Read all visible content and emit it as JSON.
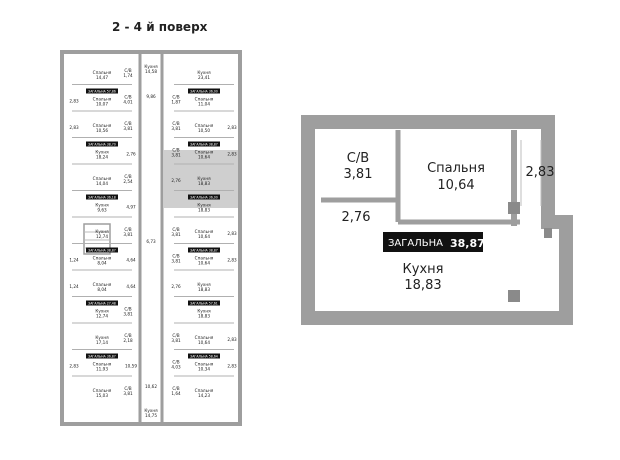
{
  "floor_title": "2 - 4 й поверх",
  "colors": {
    "wall": "#9e9e9e",
    "wall_dark": "#8a8a8a",
    "highlight": "#cfcfcf",
    "tag_bg": "#111111"
  },
  "unit": {
    "rooms": [
      {
        "id": "bath",
        "name": "С/В",
        "area": "3,81"
      },
      {
        "id": "bed",
        "name": "Спальня",
        "area": "10,64"
      },
      {
        "id": "kitchen",
        "name": "Кухня",
        "area": "18,83"
      }
    ],
    "balcony": "2,83",
    "hall": "2,76",
    "total_label": "ЗАГАЛЬНА",
    "total_value": "38,87"
  },
  "plan": {
    "left": [
      {
        "r": [
          "Спальня",
          "14,47"
        ],
        "b": [
          "С/В",
          "1,74"
        ]
      },
      {
        "r": [
          "Спальня",
          "10,07"
        ],
        "b": [
          "С/В",
          "4,01"
        ],
        "side": "2,83"
      },
      {
        "r": [
          "Спальня",
          "10,56"
        ],
        "b": [
          "С/В",
          "3,81"
        ],
        "side": "2,83"
      },
      {
        "r": [
          "Кухня",
          "18,24"
        ],
        "hall": "2,76"
      },
      {
        "r": [
          "Спальня",
          "14,04"
        ],
        "b": [
          "С/В",
          "2,54"
        ]
      },
      {
        "r": [
          "Кухня",
          "9,63"
        ],
        "hall": "4,97"
      },
      {
        "r": [
          "Кухня",
          "12,74"
        ],
        "b": [
          "С/В",
          "3,81"
        ]
      },
      {
        "r": [
          "Спальня",
          "8,04"
        ],
        "hall": "4,64",
        "side": "1,24"
      },
      {
        "r": [
          "Спальня",
          "8,04"
        ],
        "hall": "4,64",
        "side": "1,24"
      },
      {
        "r": [
          "Кухня",
          "12,74"
        ],
        "b": [
          "С/В",
          "3,81"
        ]
      },
      {
        "r": [
          "Кухня",
          "17,14"
        ],
        "b": [
          "С/В",
          "2,18"
        ]
      },
      {
        "r": [
          "Спальня",
          "11,93"
        ],
        "hall": "10,59",
        "side": "2,83"
      },
      {
        "r": [
          "Спальня",
          "15,03"
        ],
        "b": [
          "С/В",
          "3,81"
        ]
      }
    ],
    "right": [
      {
        "r": [
          "Кухня",
          "23,41"
        ]
      },
      {
        "r": [
          "Спальня",
          "11,04"
        ],
        "b": [
          "С/В",
          "1,87"
        ]
      },
      {
        "r": [
          "Спальня",
          "10,50"
        ],
        "b": [
          "С/В",
          "3,81"
        ],
        "side": "2,83"
      },
      {
        "r": [
          "Спальня",
          "10,64"
        ],
        "b": [
          "С/В",
          "3,81"
        ],
        "side": "2,83"
      },
      {
        "r": [
          "Кухня",
          "18,83"
        ],
        "hall": "2,76"
      },
      {
        "r": [
          "Кухня",
          "18,83"
        ]
      },
      {
        "r": [
          "Спальня",
          "10,64"
        ],
        "b": [
          "С/В",
          "3,81"
        ],
        "side": "2,83"
      },
      {
        "r": [
          "Спальня",
          "10,64"
        ],
        "b": [
          "С/В",
          "3,81"
        ],
        "side": "2,83"
      },
      {
        "r": [
          "Кухня",
          "18,83"
        ],
        "hall": "2,76"
      },
      {
        "r": [
          "Кухня",
          "18,83"
        ]
      },
      {
        "r": [
          "Спальня",
          "10,64"
        ],
        "b": [
          "С/В",
          "3,81"
        ],
        "side": "2,83"
      },
      {
        "r": [
          "Спальня",
          "10,34"
        ],
        "b": [
          "С/В",
          "4,03"
        ],
        "side": "2,83"
      },
      {
        "r": [
          "Спальня",
          "14,23"
        ],
        "b": [
          "С/В",
          "1,64"
        ]
      }
    ],
    "center": [
      {
        "r": [
          "Кухня",
          "14,58"
        ]
      },
      {
        "r": [
          "Кухня",
          "14,75"
        ]
      }
    ],
    "corridor": [
      "9,86",
      "6,73",
      "10,62"
    ],
    "tags": [
      "ЗАГАЛЬНА 57,86",
      "ЗАГАЛЬНА 38,70",
      "ЗАГАЛЬНА 36,18",
      "ЗАГАЛЬНА 38,87",
      "ЗАГАЛЬНА 27,48",
      "ЗАГАЛЬНА 36,87",
      "ЗАГАЛЬНА 36,00",
      "ЗАГАЛЬНА 38,87",
      "ЗАГАЛЬНА 36,00",
      "ЗАГАЛЬНА 38,87",
      "ЗАГАЛЬНА 57,61",
      "ЗАГАЛЬНА 58,64"
    ]
  }
}
